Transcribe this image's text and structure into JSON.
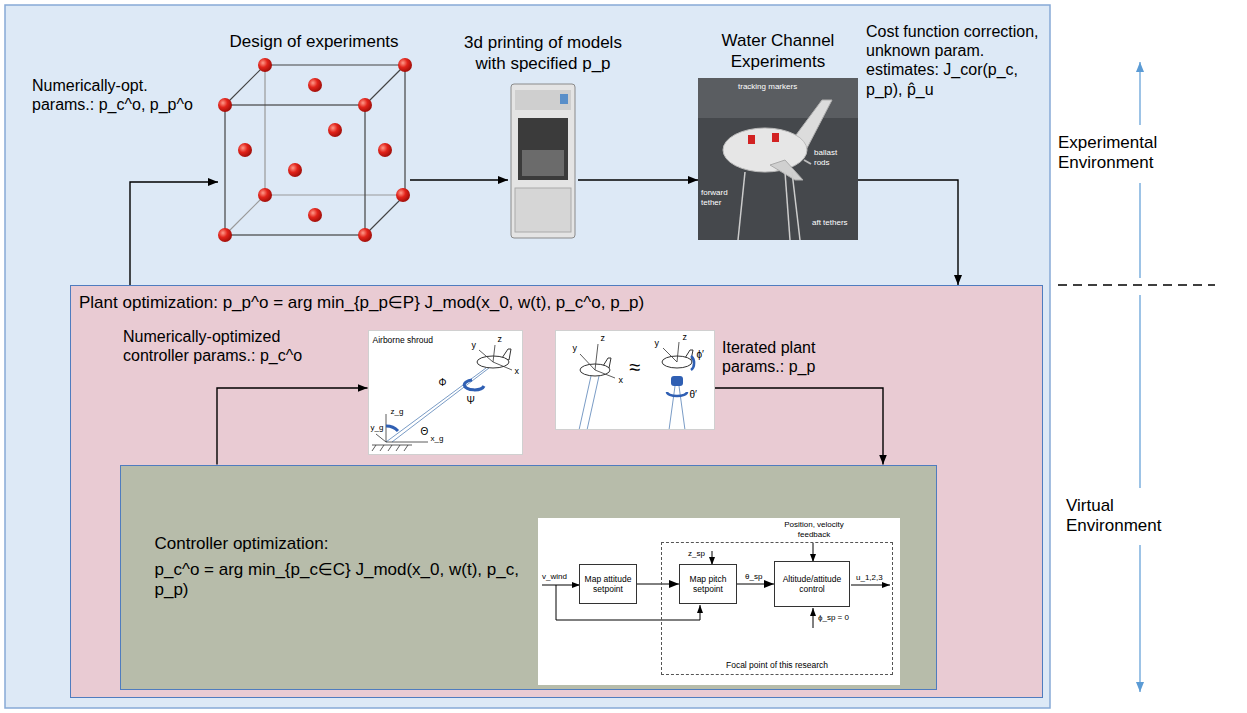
{
  "diagram": {
    "nodes": [
      {
        "text": [
          "Design of experiments"
        ]
      },
      {
        "text": [
          "3d printing of models with specified p_p"
        ]
      },
      {
        "text": [
          "Water Channel Experiments",
          "tracking markers",
          "ballast rods",
          "forward tether",
          "aft tethers"
        ]
      },
      {
        "text": [
          "Plant optimization: p_p^o = arg min_{p_p∈P} J_mod(x_0, w(t), p_c^o, p_p)"
        ]
      },
      {
        "text": [
          "Airborne shroud",
          "y",
          "z",
          "x",
          "Φ",
          "Ψ",
          "Θ",
          "z_g",
          "y_g",
          "x_g"
        ],
        "in": 3
      },
      {
        "text": [
          "y",
          "z",
          "x",
          "≈",
          "y",
          "z",
          "ϕ′",
          "θ′"
        ],
        "in": 3
      },
      {
        "text": [
          "Controller optimization:",
          "p_c^o = arg min_{p_c∈C} J_mod(x_0, w(t), p_c, p_p)"
        ],
        "in": 3
      },
      {
        "text": [
          "Map attitude setpoint"
        ],
        "in": 6
      },
      {
        "text": [
          "Focal point of this research"
        ],
        "in": 6
      },
      {
        "text": [
          "Map pitch setpoint"
        ],
        "in": 8
      },
      {
        "text": [
          "Altitude/attitude control"
        ],
        "in": 8
      }
    ],
    "edges": [
      {
        "from": 3,
        "to": 0,
        "arrow": "to",
        "label": "Numerically-opt. params.: p_c^o, p_p^o"
      },
      {
        "from": 0,
        "to": 1,
        "arrow": "to"
      },
      {
        "from": 1,
        "to": 2,
        "arrow": "to"
      },
      {
        "from": 2,
        "to": 3,
        "arrow": "to",
        "label": "Cost function correction, unknown param. estimates: J_cor(p_c, p_p), p̂_u"
      },
      {
        "from": 6,
        "to": 4,
        "arrow": "to",
        "label": "Numerically-optimized controller params.: p_c^o"
      },
      {
        "from": 5,
        "to": 6,
        "arrow": "to",
        "label": "Iterated plant params.: p_p"
      },
      {
        "from": 7,
        "to": 9,
        "arrow": "to"
      },
      {
        "from": 9,
        "to": 10,
        "arrow": "to",
        "label": "θ_sp"
      }
    ],
    "labels": [
      "Experimental Environment",
      "Virtual Environment",
      "v_wind",
      "z_sp",
      "Position, velocity feedback",
      "ϕ_sp = 0",
      "u_1,2,3"
    ]
  }
}
